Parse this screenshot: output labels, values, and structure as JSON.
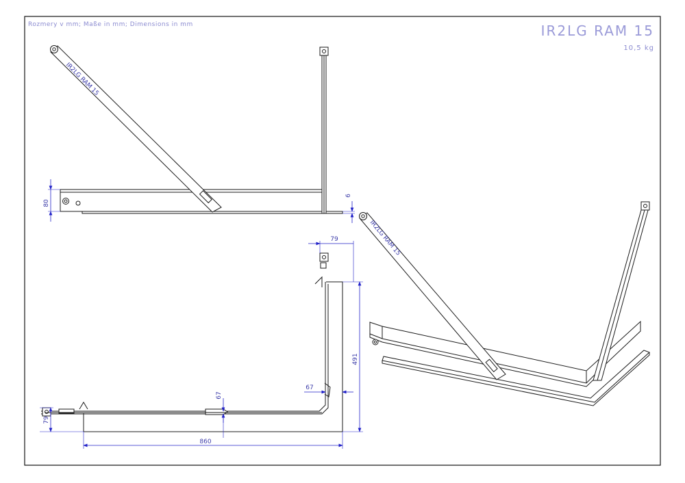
{
  "header": {
    "units_note": "Rozmery v mm; Maße in mm; Dimensions in mm",
    "product_title": "IR2LG RAM 15",
    "weight": "10,5 kg"
  },
  "dimensions": {
    "front_height": "80",
    "front_offset": "6",
    "top_width": "79",
    "top_depth": "491",
    "top_offset_right": "67",
    "top_offset_mid": "67",
    "top_left_height": "79",
    "top_length": "860"
  },
  "part_label": "IR2LG RAM 15"
}
